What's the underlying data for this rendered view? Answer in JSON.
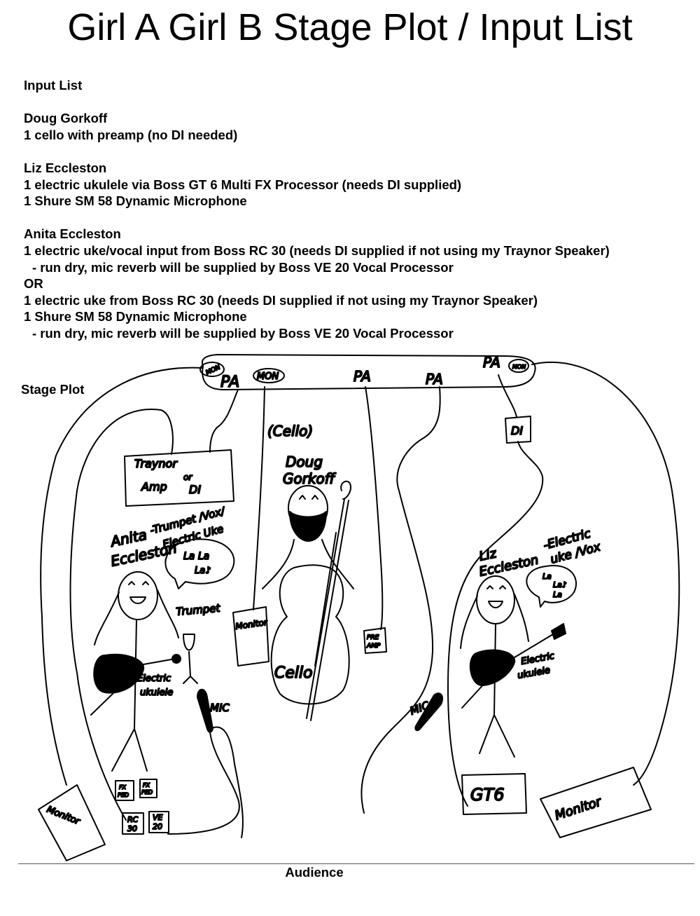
{
  "title": "Girl A Girl B Stage Plot / Input List",
  "input_list": {
    "heading": "Input List",
    "sections": [
      {
        "name": "Doug Gorkoff",
        "lines": [
          "1 cello with preamp (no DI needed)"
        ]
      },
      {
        "name": "Liz Eccleston",
        "lines": [
          "1 electric ukulele via Boss GT 6 Multi FX Processor (needs DI supplied)",
          "1 Shure SM 58 Dynamic Microphone"
        ]
      },
      {
        "name": "Anita Eccleston",
        "lines": [
          "1 electric uke/vocal input from Boss RC 30 (needs DI supplied if not using my Traynor Speaker)",
          "- run dry, mic reverb will be supplied by Boss VE 20 Vocal Processor",
          "OR",
          "1 electric uke from Boss RC 30 (needs DI supplied if not using my Traynor Speaker)",
          "1 Shure SM 58 Dynamic Microphone",
          "- run dry, mic reverb will be supplied by Boss VE 20 Vocal Processor"
        ]
      }
    ]
  },
  "stage_plot": {
    "heading": "Stage Plot",
    "audience_label": "Audience",
    "handwritten": {
      "pa_1": "PA",
      "pa_2": "PA",
      "pa_3": "PA",
      "pa_4": "PA",
      "mon_1": "MON",
      "mon_2": "MON",
      "mon_3": "MON",
      "cello_paren": "(Cello)",
      "doug_1": "Doug",
      "doug_2": "Gorkoff",
      "traynor_1": "Traynor",
      "traynor_2": "Amp",
      "traynor_or": "or",
      "traynor_3": "DI",
      "di_box": "DI",
      "anita_1": "Anita",
      "anita_2": "Eccleston",
      "anita_role_1": "-Trumpet /Vox/",
      "anita_role_2": "Electric Uke",
      "anita_bubble_1": "La La",
      "anita_bubble_2": "La♪",
      "liz_1": "Liz",
      "liz_2": "Eccleston",
      "liz_role_1": "-Electric",
      "liz_role_2": "uke /Vox",
      "liz_bubble_1": "La",
      "liz_bubble_2": "La♪",
      "liz_bubble_3": "La",
      "trumpet": "Trumpet",
      "monitor_center": "Monitor",
      "cello_body": "Cello",
      "preamp_1": "PRE",
      "preamp_2": "AMP",
      "anita_uke_1": "Electric",
      "anita_uke_2": "ukulele",
      "liz_uke_1": "Electric",
      "liz_uke_2": "ukulele",
      "mic_left": "MIC",
      "mic_right": "MIC",
      "fx1_1": "FX",
      "fx1_2": "PED",
      "fx2_1": "FX",
      "fx2_2": "PED",
      "rc30_1": "RC",
      "rc30_2": "30",
      "ve20_1": "VE",
      "ve20_2": "20",
      "gt6": "GT6",
      "monitor_left": "Monitor",
      "monitor_right": "Monitor"
    }
  }
}
